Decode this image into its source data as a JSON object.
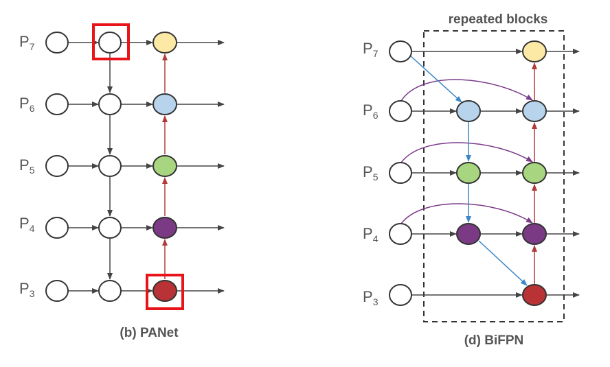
{
  "panet": {
    "caption": "(b) PANet",
    "levels": [
      {
        "base": "P",
        "sub": "7"
      },
      {
        "base": "P",
        "sub": "6"
      },
      {
        "base": "P",
        "sub": "5"
      },
      {
        "base": "P",
        "sub": "4"
      },
      {
        "base": "P",
        "sub": "3"
      }
    ],
    "output_colors": [
      "#fde9a6",
      "#b7d4ec",
      "#a8d57f",
      "#7a3a84",
      "#b83236"
    ]
  },
  "bifpn": {
    "caption": "(d) BiFPN",
    "block_label": "repeated blocks",
    "levels": [
      {
        "base": "P",
        "sub": "7"
      },
      {
        "base": "P",
        "sub": "6"
      },
      {
        "base": "P",
        "sub": "5"
      },
      {
        "base": "P",
        "sub": "4"
      },
      {
        "base": "P",
        "sub": "3"
      }
    ],
    "mid_colors": [
      "#b7d4ec",
      "#a8d57f",
      "#7a3a84"
    ],
    "output_colors": [
      "#fde9a6",
      "#b7d4ec",
      "#a8d57f",
      "#7a3a84",
      "#b83236"
    ]
  },
  "colors": {
    "edge": "#444444",
    "upward_edge": "#b23a3a",
    "cross_edge": "#3a86c8",
    "skip_edge": "#7b3a8a",
    "highlight": "#e8141a"
  }
}
